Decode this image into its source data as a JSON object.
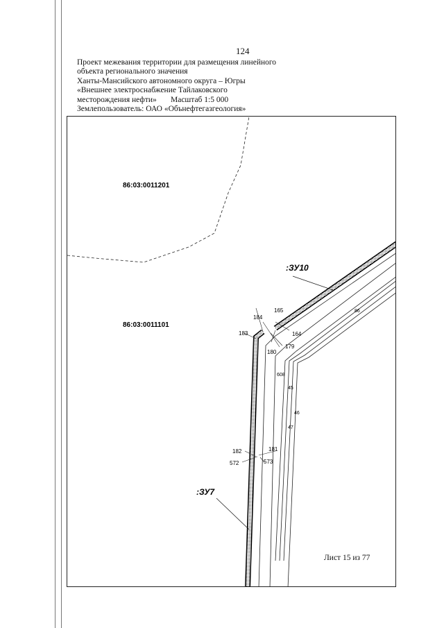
{
  "page_number": "124",
  "header": {
    "line1": "Проект межевания территории для размещения линейного",
    "line2": "объекта регионального значения",
    "line3": "Ханты-Мансийского автономного округа – Югры",
    "line4": "«Внешнее электроснабжение Тайлаковского",
    "line5_left": "месторождения нефти»",
    "line5_right": "Масштаб 1:5 000",
    "line6": "Землепользователь: ОАО «Обънефтегазгеология»"
  },
  "map": {
    "parcels": {
      "upper": "86:03:0011201",
      "lower": "86:03:0011101"
    },
    "zones": {
      "zu10": ":ЗУ10",
      "zu7": ":ЗУ7"
    },
    "points": {
      "p165": "165",
      "p184": "184",
      "p183": "183",
      "p164": "164",
      "p179": "179",
      "p180": "180",
      "p608": "608",
      "p45": "45",
      "p46": "46",
      "p47": "47",
      "p182": "182",
      "p181": "181",
      "p572": "572",
      "p573": "573",
      "p86": "86"
    }
  },
  "footer": {
    "sheet": "Лист 15 из 77"
  }
}
